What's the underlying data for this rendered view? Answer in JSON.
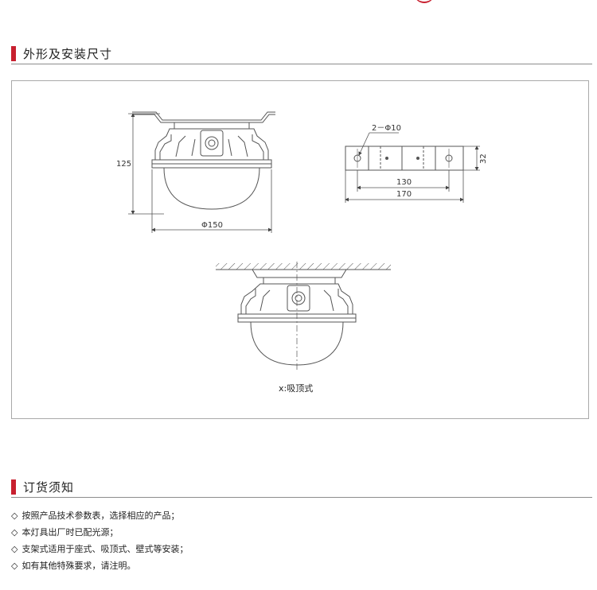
{
  "sections": {
    "dimensions": {
      "title": "外形及安装尺寸"
    },
    "ordering": {
      "title": "订货须知"
    }
  },
  "drawing": {
    "height_label": "125",
    "diameter_label": "Φ150",
    "holes_label": "2－Φ10",
    "bracket_height_label": "32",
    "hole_spacing_label": "130",
    "bracket_length_label": "170",
    "ceiling_caption": "x:吸顶式"
  },
  "ordering_notes": [
    "按照产品技术参数表，选择相应的产品；",
    "本灯具出厂时已配光源；",
    "支架式适用于座式、吸顶式、壁式等安装；",
    "如有其他特殊要求，请注明。"
  ],
  "bullet": "◇",
  "colors": {
    "accent": "#c8202f",
    "line": "#555555",
    "frame": "#a9a9a9"
  }
}
